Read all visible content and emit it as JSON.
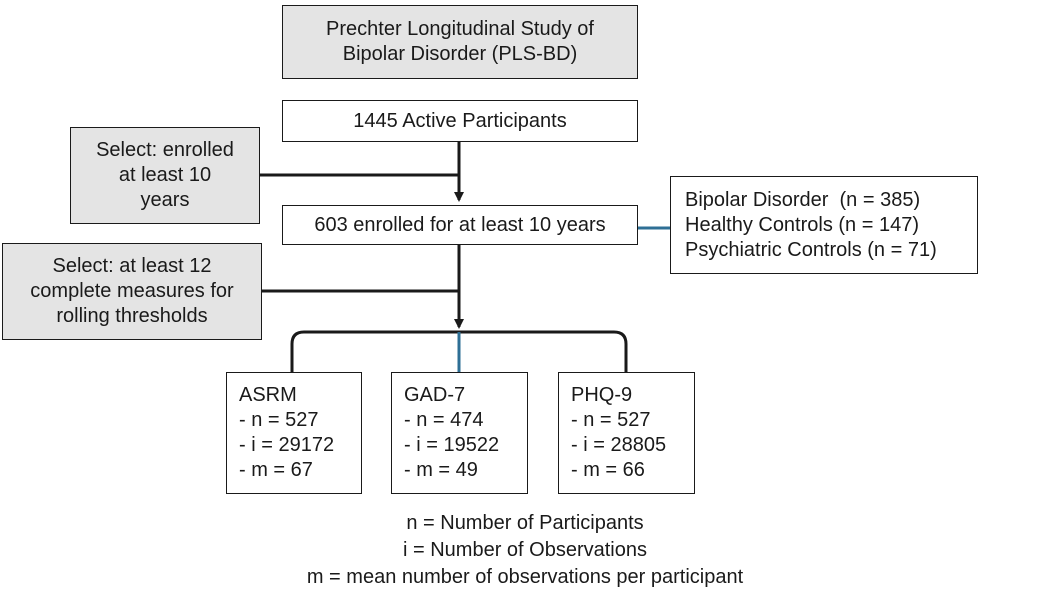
{
  "study_box": {
    "lines": [
      "Prechter Longitudinal Study of",
      "Bipolar Disorder (PLS-BD)"
    ]
  },
  "active_box": {
    "text": "1445 Active Participants"
  },
  "select1_box": {
    "lines": [
      "Select: enrolled",
      "at least 10",
      "years"
    ]
  },
  "enrolled_box": {
    "text": "603 enrolled for at least 10 years"
  },
  "groups_box": {
    "lines": [
      "Bipolar Disorder  (n = 385)",
      "Healthy Controls (n = 147)",
      "Psychiatric Controls (n = 71)"
    ]
  },
  "select2_box": {
    "lines": [
      "Select: at least 12",
      "complete measures for",
      "rolling thresholds"
    ]
  },
  "measures": [
    {
      "title": "ASRM",
      "n": "- n = 527",
      "i": "- i = 29172",
      "m": "- m = 67"
    },
    {
      "title": "GAD-7",
      "n": "- n = 474",
      "i": "- i = 19522",
      "m": "- m = 49"
    },
    {
      "title": "PHQ-9",
      "n": "- n = 527",
      "i": "- i = 28805",
      "m": "- m = 66"
    }
  ],
  "legend": {
    "n": "n = Number of Participants",
    "i": "i = Number of Observations",
    "m": "m = mean number of observations per participant"
  },
  "colors": {
    "line": "#1a1a1a",
    "accent_line": "#2e6f95",
    "gray_fill": "#e4e4e4"
  }
}
